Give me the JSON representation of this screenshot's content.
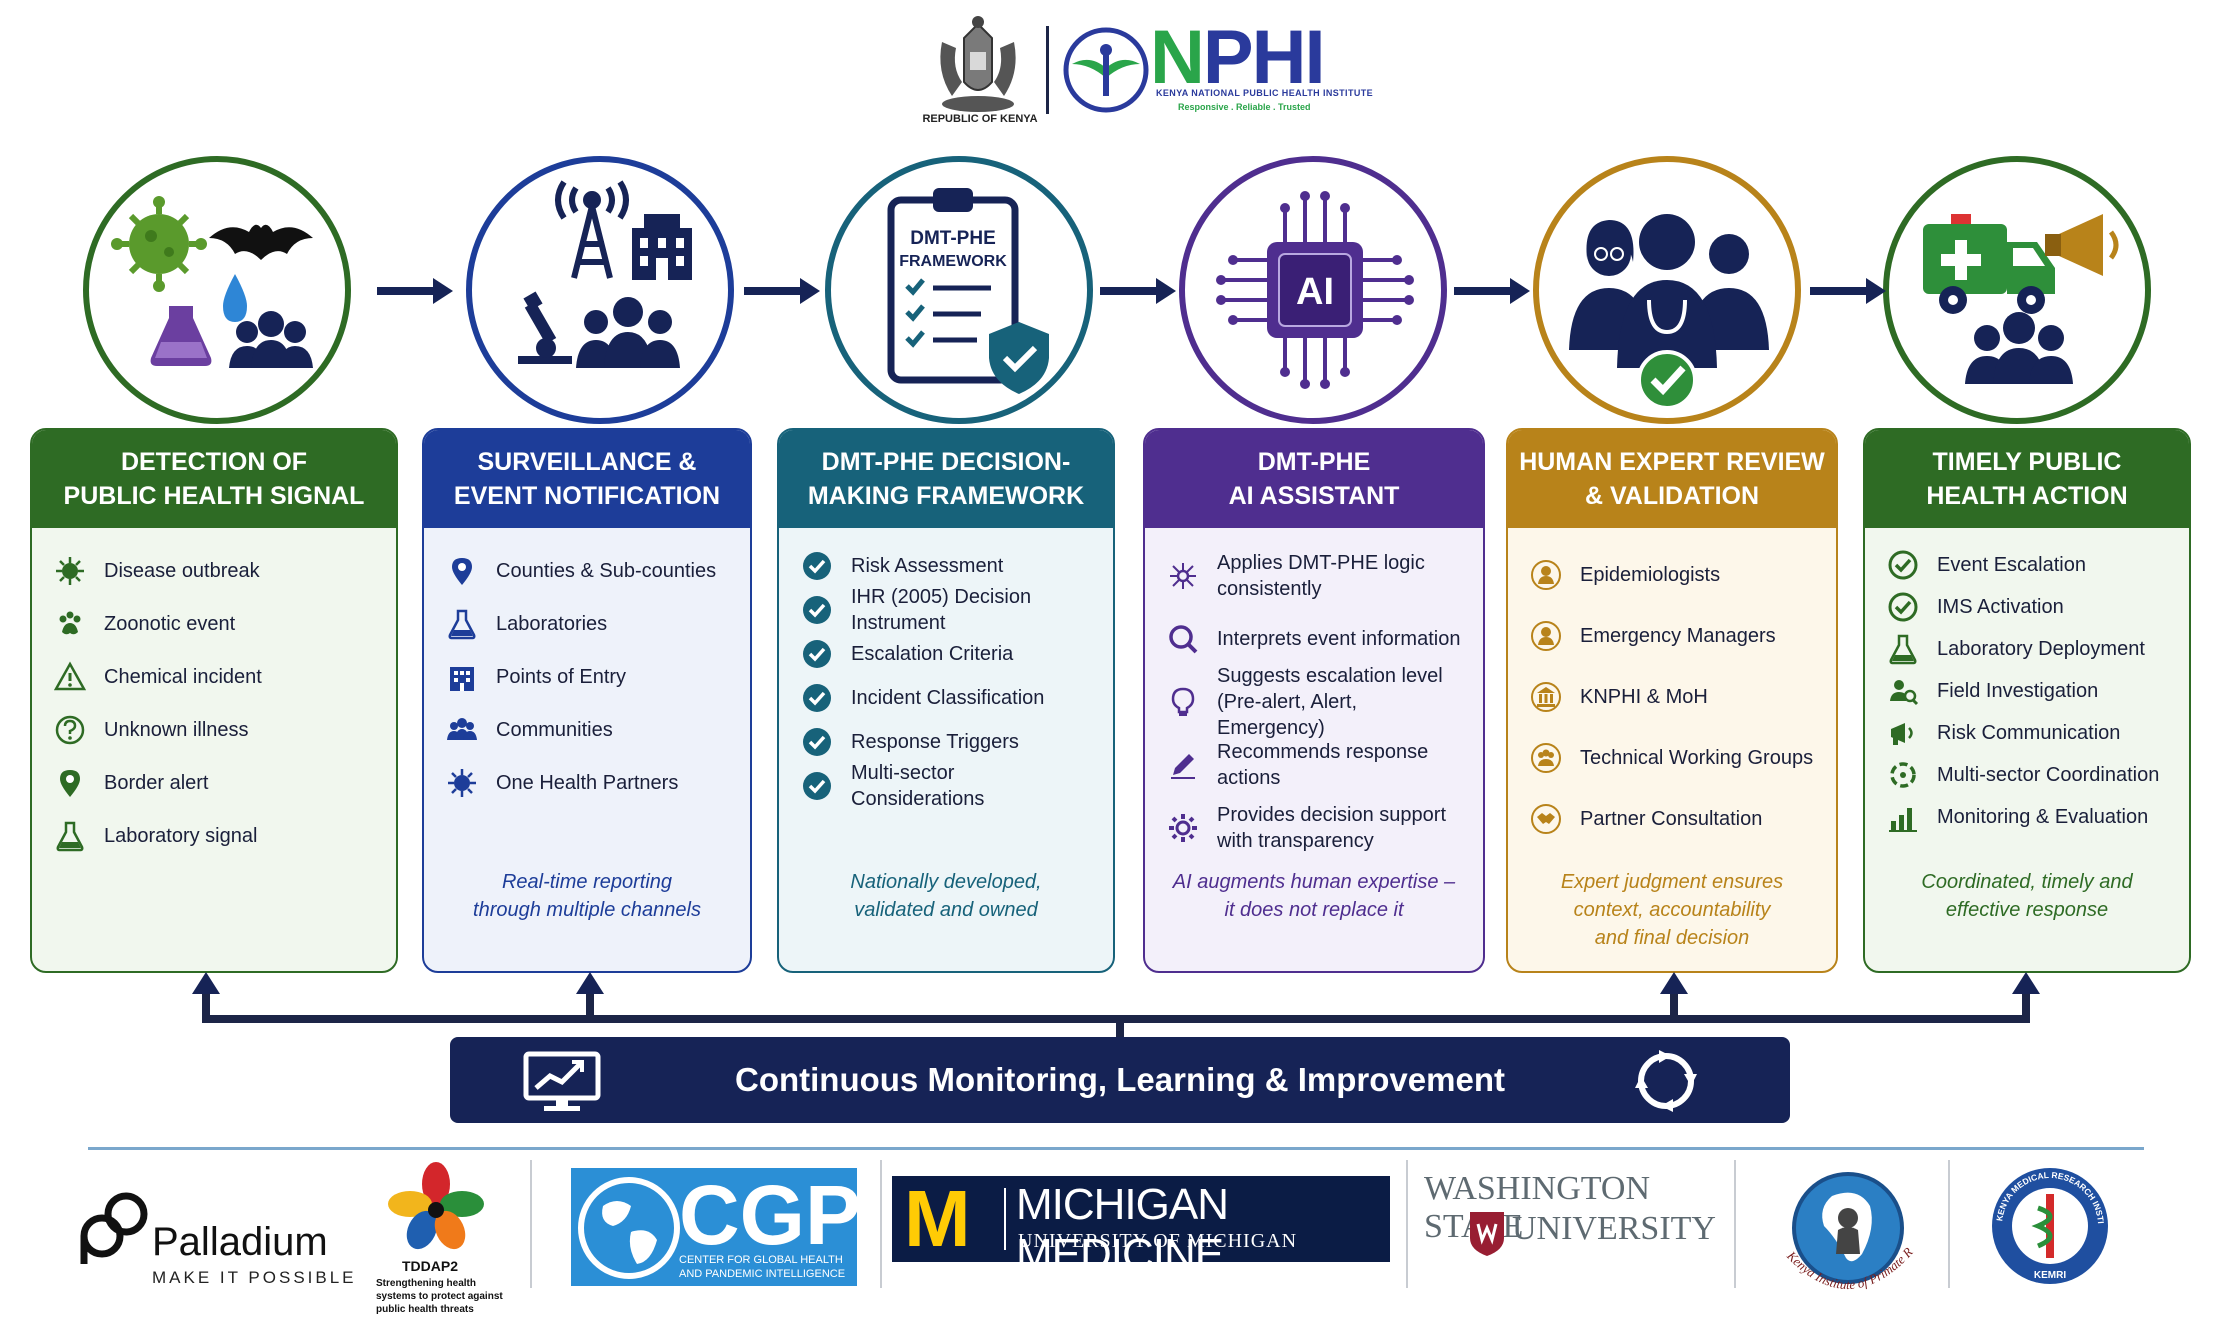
{
  "header": {
    "coat_caption": "REPUBLIC OF KENYA",
    "nphi_logo": "NPHI",
    "nphi_logo_first": "N",
    "nphi_logo_rest": "PHI",
    "nphi_full_name": "KENYA NATIONAL PUBLIC HEALTH INSTITUTE",
    "nphi_tagline": "Responsive . Reliable . Trusted"
  },
  "stages": [
    {
      "title_line1": "DETECTION OF",
      "title_line2": "PUBLIC HEALTH SIGNAL",
      "color": "#2e6b24",
      "tint": "#f1f7ee",
      "icons": [
        "virus-icon",
        "bat-icon",
        "water-drop-icon",
        "flask-icon",
        "people-icon"
      ],
      "items": [
        {
          "label": "Disease outbreak",
          "icon": "virus-icon"
        },
        {
          "label": "Zoonotic event",
          "icon": "paw-icon"
        },
        {
          "label": "Chemical incident",
          "icon": "warning-icon"
        },
        {
          "label": "Unknown illness",
          "icon": "question-icon"
        },
        {
          "label": "Border alert",
          "icon": "map-pin-icon"
        },
        {
          "label": "Laboratory signal",
          "icon": "flask-icon"
        }
      ],
      "note_line1": "",
      "note_line2": "",
      "note_line3": ""
    },
    {
      "title_line1": "SURVEILLANCE &",
      "title_line2": "EVENT NOTIFICATION",
      "color": "#1d3d99",
      "tint": "#eef2fa",
      "icons": [
        "antenna-icon",
        "building-icon",
        "microscope-icon",
        "people-icon"
      ],
      "items": [
        {
          "label": "Counties & Sub-counties",
          "icon": "map-pin-icon"
        },
        {
          "label": "Laboratories",
          "icon": "flask-icon"
        },
        {
          "label": "Points of Entry",
          "icon": "building-icon"
        },
        {
          "label": "Communities",
          "icon": "people-icon"
        },
        {
          "label": "One Health Partners",
          "icon": "virus-icon"
        }
      ],
      "note_line1": "Real-time reporting",
      "note_line2": "through multiple channels",
      "note_line3": ""
    },
    {
      "title_line1": "DMT-PHE DECISION-",
      "title_line2": "MAKING FRAMEWORK",
      "color": "#17627a",
      "tint": "#edf5f8",
      "clipboard_line1": "DMT-PHE",
      "clipboard_line2": "FRAMEWORK",
      "icons": [
        "clipboard-icon",
        "shield-check-icon"
      ],
      "items": [
        {
          "label": "Risk Assessment",
          "icon": "check-circle-icon"
        },
        {
          "label": "IHR (2005) Decision Instrument",
          "icon": "check-circle-icon"
        },
        {
          "label": "Escalation Criteria",
          "icon": "check-circle-icon"
        },
        {
          "label": "Incident Classification",
          "icon": "check-circle-icon"
        },
        {
          "label": "Response Triggers",
          "icon": "check-circle-icon"
        },
        {
          "label": "Multi-sector|Considerations",
          "icon": "check-circle-icon"
        }
      ],
      "note_line1": "Nationally developed,",
      "note_line2": "validated and owned",
      "note_line3": ""
    },
    {
      "title_line1": "DMT-PHE",
      "title_line2": "AI ASSISTANT",
      "color": "#4f2e8f",
      "tint": "#f3f0fa",
      "chip_label": "AI",
      "icons": [
        "ai-chip-icon"
      ],
      "items": [
        {
          "label": "Applies DMT-PHE logic|consistently",
          "icon": "network-icon"
        },
        {
          "label": "Interprets event information",
          "icon": "magnifier-icon"
        },
        {
          "label": "Suggests escalation level|(Pre-alert, Alert, Emergency)",
          "icon": "lightbulb-icon"
        },
        {
          "label": "Recommends response|actions",
          "icon": "pencil-icon"
        },
        {
          "label": "Provides decision support|with transparency",
          "icon": "gear-icon"
        }
      ],
      "note_line1": "AI augments human expertise –",
      "note_line2": "it does not replace it",
      "note_line3": ""
    },
    {
      "title_line1": "HUMAN EXPERT REVIEW",
      "title_line2": "& VALIDATION",
      "color": "#b8831a",
      "tint": "#fdf7ea",
      "icons": [
        "experts-icon",
        "check-badge-icon"
      ],
      "items": [
        {
          "label": "Epidemiologists",
          "icon": "person-icon"
        },
        {
          "label": "Emergency Managers",
          "icon": "person-icon"
        },
        {
          "label": "KNPHI & MoH",
          "icon": "institution-icon"
        },
        {
          "label": "Technical Working Groups",
          "icon": "group-icon"
        },
        {
          "label": "Partner Consultation",
          "icon": "handshake-icon"
        }
      ],
      "note_line1": "Expert judgment ensures",
      "note_line2": "context, accountability",
      "note_line3": "and final decision"
    },
    {
      "title_line1": "TIMELY PUBLIC",
      "title_line2": "HEALTH ACTION",
      "color": "#2e6b24",
      "tint": "#f1f7ee",
      "icons": [
        "ambulance-icon",
        "megaphone-icon",
        "people-icon"
      ],
      "items": [
        {
          "label": "Event Escalation",
          "icon": "check-circle-outline-icon"
        },
        {
          "label": "IMS Activation",
          "icon": "check-circle-outline-icon"
        },
        {
          "label": "Laboratory Deployment",
          "icon": "flask-icon"
        },
        {
          "label": "Field Investigation",
          "icon": "person-search-icon"
        },
        {
          "label": "Risk Communication",
          "icon": "megaphone-icon"
        },
        {
          "label": "Multi-sector Coordination",
          "icon": "sync-icon"
        },
        {
          "label": "Monitoring & Evaluation",
          "icon": "bar-chart-icon"
        }
      ],
      "note_line1": "Coordinated, timely and",
      "note_line2": "effective response",
      "note_line3": ""
    }
  ],
  "feedback": {
    "label": "Continuous Monitoring, Learning & Improvement",
    "left_icon": "monitor-chart-icon",
    "right_icon": "cycle-icon",
    "color": "#162356"
  },
  "partners": {
    "palladium_name": "Palladium",
    "palladium_tagline": "MAKE IT POSSIBLE",
    "tddap2_name": "TDDAP2",
    "tddap2_desc_line1": "Strengthening health",
    "tddap2_desc_line2": "systems to protect against",
    "tddap2_desc_line3": "public health threats",
    "cgp_name": "CGP",
    "cgp_desc_line1": "CENTER FOR GLOBAL HEALTH",
    "cgp_desc_line2": "AND PANDEMIC INTELLIGENCE",
    "michigan_letter": "M",
    "michigan_line1": "MICHIGAN MEDICINE",
    "michigan_line2": "UNIVERSITY OF MICHIGAN",
    "wsu_line1": "WASHINGTON STATE",
    "wsu_line2": "UNIVERSITY",
    "kipr_name": "Kenya Institute of Primate Research",
    "kemri_name": "KENYA MEDICAL RESEARCH INSTITUTE",
    "kemri_short": "KEMRI"
  }
}
